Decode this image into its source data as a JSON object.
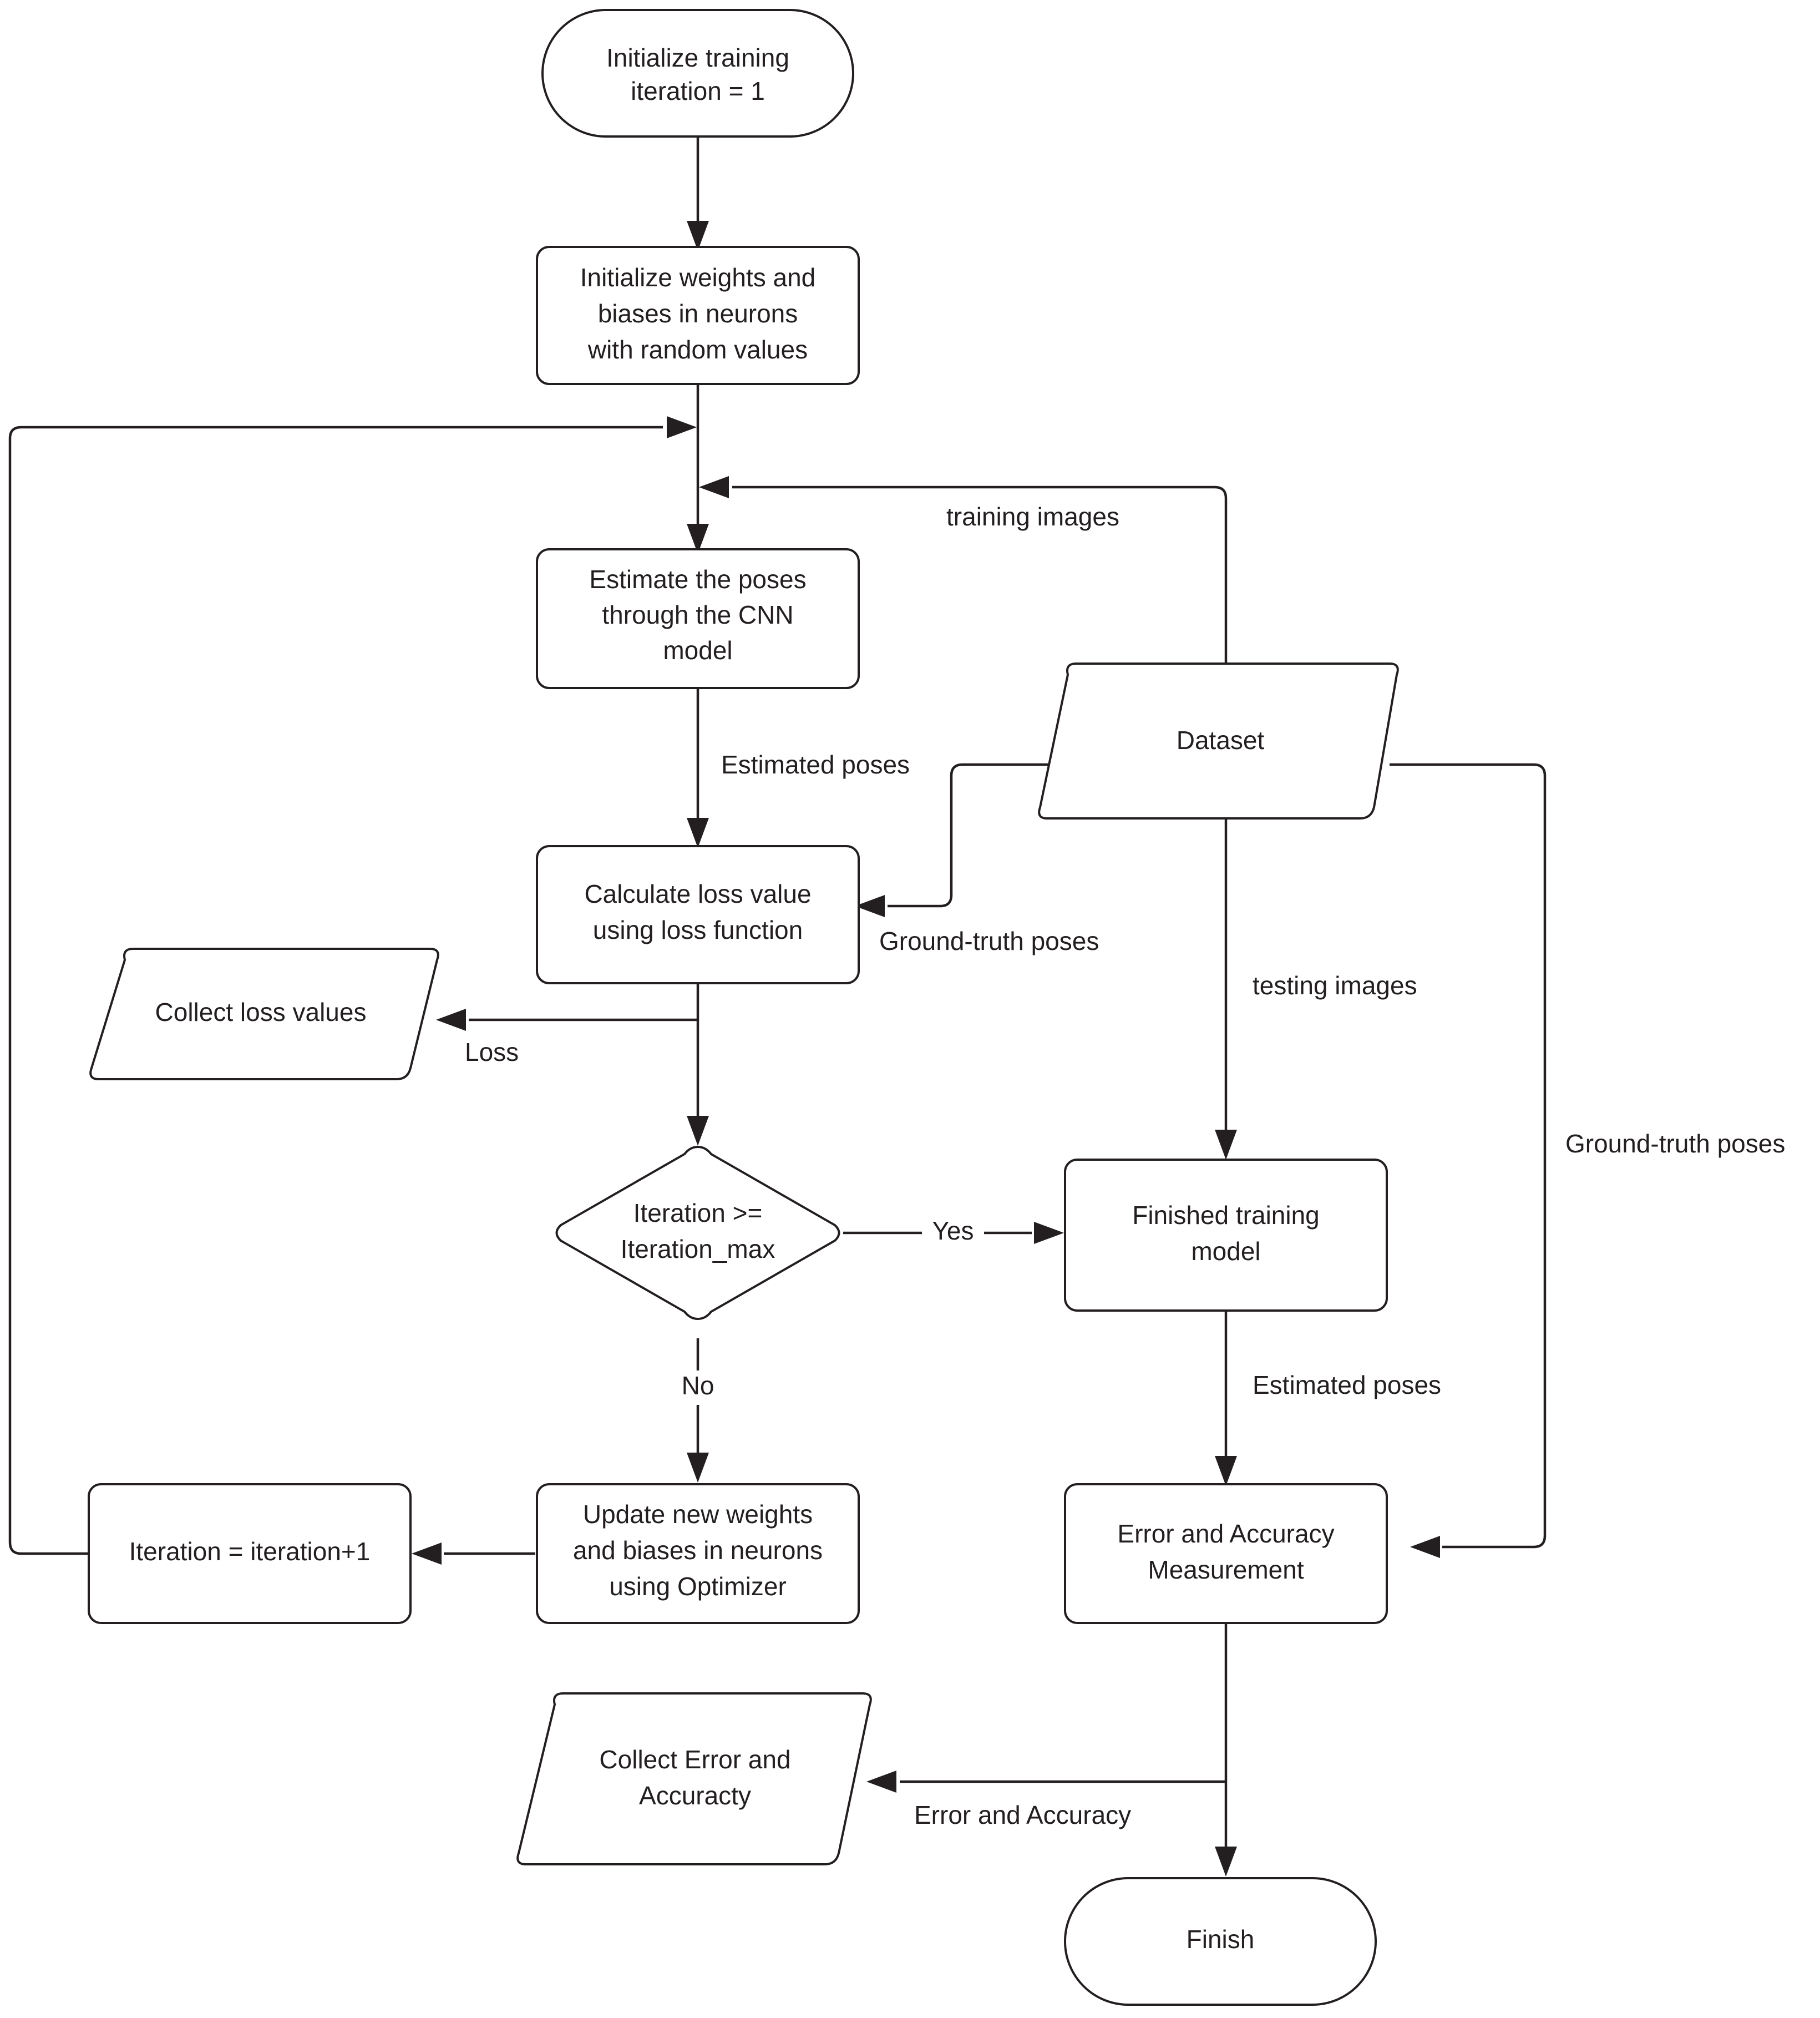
{
  "diagram": {
    "type": "flowchart",
    "title": "CNN pose-estimation training and testing flowchart",
    "background_color": "#ffffff",
    "stroke_color": "#231f20",
    "nodes": [
      {
        "id": "start",
        "shape": "terminator",
        "lines": [
          "Initialize training",
          "iteration = 1"
        ]
      },
      {
        "id": "init-weights",
        "shape": "process",
        "lines": [
          "Initialize weights and",
          "biases in neurons",
          "with random values"
        ]
      },
      {
        "id": "estimate-poses",
        "shape": "process",
        "lines": [
          "Estimate the poses",
          "through the CNN",
          "model"
        ]
      },
      {
        "id": "dataset",
        "shape": "data",
        "lines": [
          "Dataset"
        ]
      },
      {
        "id": "calc-loss",
        "shape": "process",
        "lines": [
          "Calculate loss value",
          "using loss function"
        ]
      },
      {
        "id": "collect-loss",
        "shape": "data",
        "lines": [
          "Collect loss values"
        ]
      },
      {
        "id": "decision-iteration",
        "shape": "decision",
        "lines": [
          "Iteration >=",
          "Iteration_max"
        ]
      },
      {
        "id": "finished-model",
        "shape": "process",
        "lines": [
          "Finished training",
          "model"
        ]
      },
      {
        "id": "update-weights",
        "shape": "process",
        "lines": [
          "Update new weights",
          "and biases in neurons",
          "using Optimizer"
        ]
      },
      {
        "id": "iteration-increment",
        "shape": "process",
        "lines": [
          "Iteration = iteration+1"
        ]
      },
      {
        "id": "error-accuracy",
        "shape": "process",
        "lines": [
          "Error and Accuracy",
          "Measurement"
        ]
      },
      {
        "id": "collect-error",
        "shape": "data",
        "lines": [
          "Collect Error and",
          "Accuracty"
        ]
      },
      {
        "id": "finish",
        "shape": "terminator",
        "lines": [
          "Finish"
        ]
      }
    ],
    "edge_labels": {
      "training_images": "training images",
      "estimated_poses_left": "Estimated poses",
      "ground_truth_poses_left": "Ground-truth poses",
      "loss": "Loss",
      "yes": "Yes",
      "no": "No",
      "testing_images": "testing images",
      "estimated_poses_right": "Estimated poses",
      "ground_truth_poses_right": "Ground-truth poses",
      "error_and_accuracy": "Error and Accuracy"
    }
  }
}
